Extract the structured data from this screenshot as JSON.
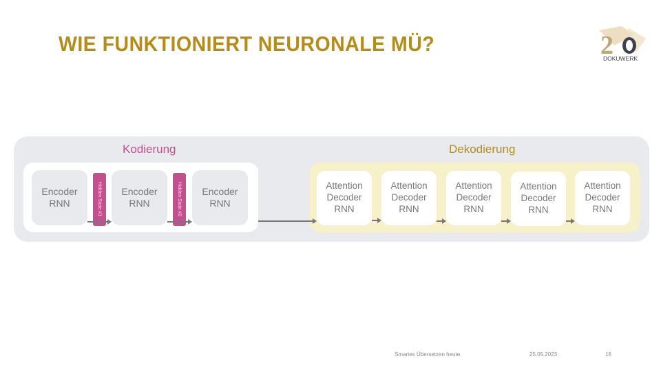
{
  "title": "WIE FUNKTIONIERT NEURONALE MÜ?",
  "logo": {
    "number": "20",
    "brand": "DOKUWERK"
  },
  "encoding": {
    "label": "Kodierung",
    "boxes": [
      "Encoder\nRNN",
      "Encoder\nRNN",
      "Encoder\nRNN"
    ],
    "hidden_states": [
      "Hidden State #1",
      "Hidden State #2"
    ]
  },
  "decoding": {
    "label": "Dekodierung",
    "boxes": [
      "Attention\nDecoder\nRNN",
      "Attention\nDecoder\nRNN",
      "Attention\nDecoder\nRNN",
      "Attention\nDecoder\nRNN",
      "Attention\nDecoder\nRNN"
    ]
  },
  "footer": {
    "subtitle": "Smartes Übersetzen heute",
    "date": "25.05.2023",
    "page": "16"
  },
  "colors": {
    "title": "#b58d16",
    "accent": "#c2508f",
    "panel": "#e8eaed",
    "decoder_bg": "#f6f1c9"
  }
}
